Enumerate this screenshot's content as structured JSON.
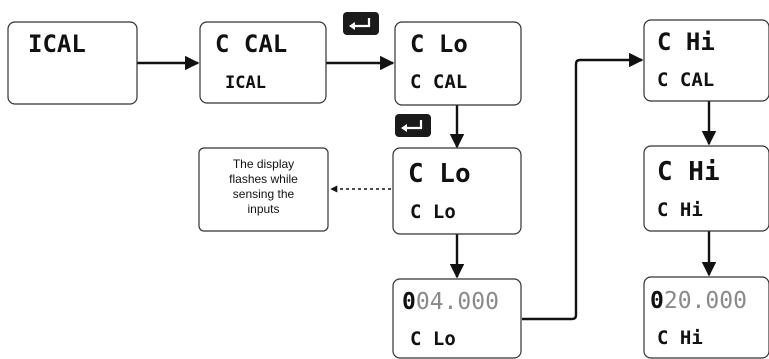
{
  "displays": {
    "d1": {
      "top": "ICAL",
      "bottom": ""
    },
    "d2": {
      "top": "C CAL",
      "bottom": "ICAL"
    },
    "d3": {
      "top": "C Lo",
      "bottom": "C CAL"
    },
    "d4": {
      "top": "C Lo",
      "bottom": "C Lo"
    },
    "d5": {
      "top_dim": "0",
      "top": "04.000",
      "bottom": "C Lo"
    },
    "d6": {
      "top": "C Hi",
      "bottom": "C CAL"
    },
    "d7": {
      "top": "C Hi",
      "bottom": "C Hi"
    },
    "d8": {
      "top_dim": "0",
      "top": "20.000",
      "bottom": "C Hi"
    }
  },
  "note": {
    "line1": "The display",
    "line2": "flashes while",
    "line3": "sensing the",
    "line4": "inputs"
  },
  "icons": {
    "enter_key_1": "enter-key-icon",
    "enter_key_2": "enter-key-icon"
  }
}
